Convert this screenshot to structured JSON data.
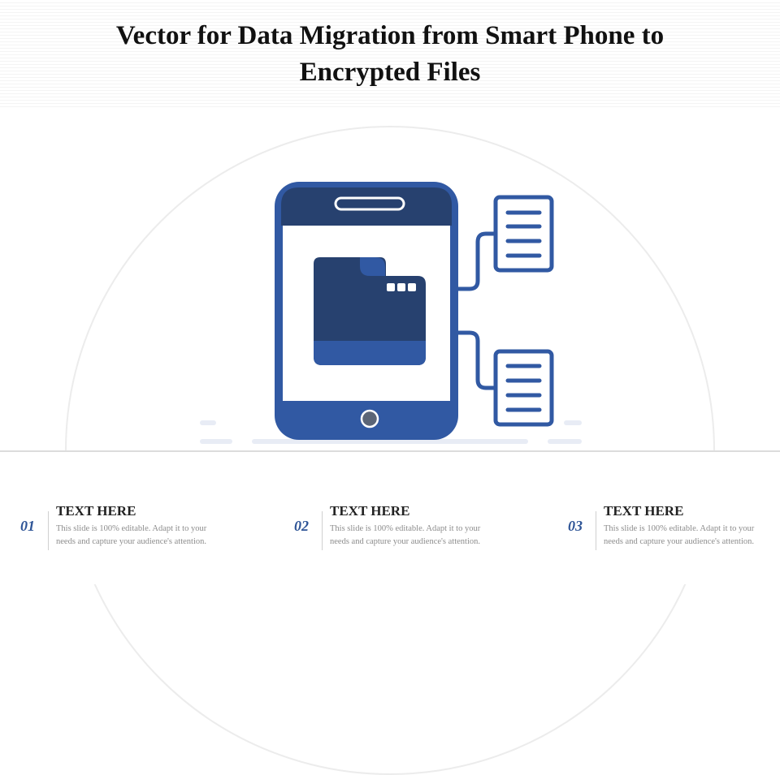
{
  "title": "Vector for Data Migration from Smart Phone to Encrypted Files",
  "colors": {
    "phone_dark": "#27416f",
    "phone_primary": "#3159a3",
    "screen": "#ffffff",
    "accent_light": "#e8ecf5",
    "text_number": "#2f5597"
  },
  "icons": [
    "smartphone-icon",
    "folder-icon",
    "document-icon"
  ],
  "items": [
    {
      "number": "01",
      "heading": "TEXT HERE",
      "text": "This slide is 100% editable. Adapt it to your needs and capture your audience's attention."
    },
    {
      "number": "02",
      "heading": "TEXT HERE",
      "text": "This slide is 100% editable. Adapt it to your needs and capture your audience's attention."
    },
    {
      "number": "03",
      "heading": "TEXT HERE",
      "text": "This slide is 100% editable. Adapt it to your needs and capture your audience's attention."
    }
  ]
}
